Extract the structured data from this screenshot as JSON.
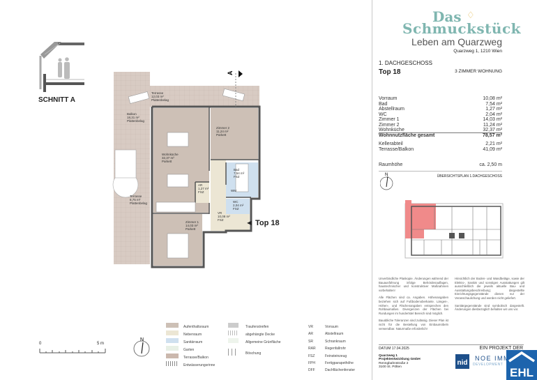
{
  "section": {
    "title": "SCHNITT A"
  },
  "plan": {
    "section_marker": "A",
    "unit_label": "Top 18",
    "rooms": [
      {
        "name": "Terrasse",
        "area": "12,03 m²",
        "floor": "Plattenbelag"
      },
      {
        "name": "Balkon",
        "area": "18,31 m²",
        "floor": "Plattenbelag"
      },
      {
        "name": "Wohnküche",
        "area": "32,37 m²",
        "floor": "Parkett"
      },
      {
        "name": "Zimmer 2",
        "area": "11,24 m²",
        "floor": "Parkett"
      },
      {
        "name": "Bad",
        "area": "7,54 m²",
        "floor": "FSZ"
      },
      {
        "name": "AR",
        "area": "1,27 m²",
        "floor": "FSZ"
      },
      {
        "name": "WC",
        "area": "2,04 m²",
        "floor": "FSZ"
      },
      {
        "name": "VR",
        "area": "10,08 m²",
        "floor": "FSZ"
      },
      {
        "name": "Zimmer 1",
        "area": "14,03 m²",
        "floor": "Parkett"
      },
      {
        "name": "Terrasse",
        "area": "8,75 m²",
        "floor": "Plattenbelag"
      }
    ],
    "wm": "WM"
  },
  "scale": {
    "start": "0",
    "end": "5 m"
  },
  "north": "N",
  "legend": {
    "col1": [
      "Aufenthaltsraum",
      "Nebenraum",
      "Sanitärraum",
      "Garten",
      "Terrasse/Balkon",
      "Entwässerungsrinne"
    ],
    "col2": [
      "Traufenstreifen",
      "abgehängte Decke",
      "Allgemeine Grünfläche",
      "Böschung"
    ],
    "abbr": [
      {
        "k": "VR",
        "v": "Vorraum"
      },
      {
        "k": "AR",
        "v": "Abstellraum"
      },
      {
        "k": "SR",
        "v": "Schrankraum"
      },
      {
        "k": "RAR",
        "v": "Regenfallrohr"
      },
      {
        "k": "FSZ",
        "v": "Feinsteinzeug"
      },
      {
        "k": "FPH",
        "v": "Fertigparapethöhe"
      },
      {
        "k": "DFF",
        "v": "Dachflächenfenster"
      }
    ]
  },
  "colors": {
    "accent": "#7fb6b0",
    "gold": "#e2b64a",
    "ehl": "#1d64ad",
    "highlight": "#f08a8a"
  },
  "brand": {
    "das": "Das",
    "name": "Schmuckstück",
    "tagline": "Leben am Quarzweg",
    "address": "Quarzweg 1, 1210 Wien"
  },
  "unit": {
    "floor": "1. DACHGESCHOSS",
    "top": "Top 18",
    "type": "3 ZIMMER WOHNUNG"
  },
  "areas": [
    {
      "label": "Vorraum",
      "value": "10,08 m²"
    },
    {
      "label": "Bad",
      "value": "7,54 m²"
    },
    {
      "label": "Abstellraum",
      "value": "1,27 m²"
    },
    {
      "label": "WC",
      "value": "2,04 m²"
    },
    {
      "label": "Zimmer 1",
      "value": "14,03 m²"
    },
    {
      "label": "Zimmer 2",
      "value": "11,24 m²"
    },
    {
      "label": "Wohnküche",
      "value": "32,37 m²"
    }
  ],
  "total": {
    "label": "Wohnnutzfläche gesamt",
    "value": "78,57 m²"
  },
  "extra": [
    {
      "label": "Kellerabteil",
      "value": "2,21 m²"
    },
    {
      "label": "Terrasse/Balkon",
      "value": "41,09 m²"
    }
  ],
  "height": {
    "label": "Raumhöhe",
    "value": "ca. 2,50 m"
  },
  "overview_title": "ÜBERSICHTSPLAN 1.DACHGESCHOSS",
  "disclaimer": {
    "left": [
      "Unverbindliche Plankopie. Änderungen während der Bauausführung infolge Behördenauflagen, haustechnischer und konstruktiver Maßnahmen vorbehalten!",
      "Alle Flächen sind ca. Angaben. Höhenangaben beziehen sich auf Fußbodenoberkante. Längen-, Höhen-, und Flächenangaben entsprechen den Rohbaumaßen. Divergenzen der Flächen bei Rundungen im hundertstel Bereich sind möglich.",
      "Bauübliche Toleranzen sind zulässig. Dieser Plan ist nicht für die Bestellung von Einbaumöbeln verwendbar. Naturmaße erforderlich!"
    ],
    "right": [
      "Hinsichtlich der Boden- und Wandbeläge, sowie der Elektro-, Sanitär und sonstigen Ausstattungen gilt ausschließlich die jeweils aktuelle Bau- und Ausstattungsbeschreibung; dargestellte Einrichtungsgegenstände dienen nur der Veranschaulichung und werden nicht geliefert.",
      "Sanitärgegenstände sind symbolisch dargestellt. Änderungen diesbezüglich behalten wir uns vor."
    ]
  },
  "footer": {
    "date": "DATUM  17.04.2025",
    "project_by": "EIN PROJEKT DER",
    "company1": "Quarzweg 1",
    "company2": "Projektentwicklung GmbH",
    "street": "Renngbahnstraße 2",
    "city": "3100 St. Pölten",
    "nid": "nid",
    "noe1": "NOE IMMOB",
    "noe2": "DEVELOPMENT",
    "ehl": "EHL"
  }
}
